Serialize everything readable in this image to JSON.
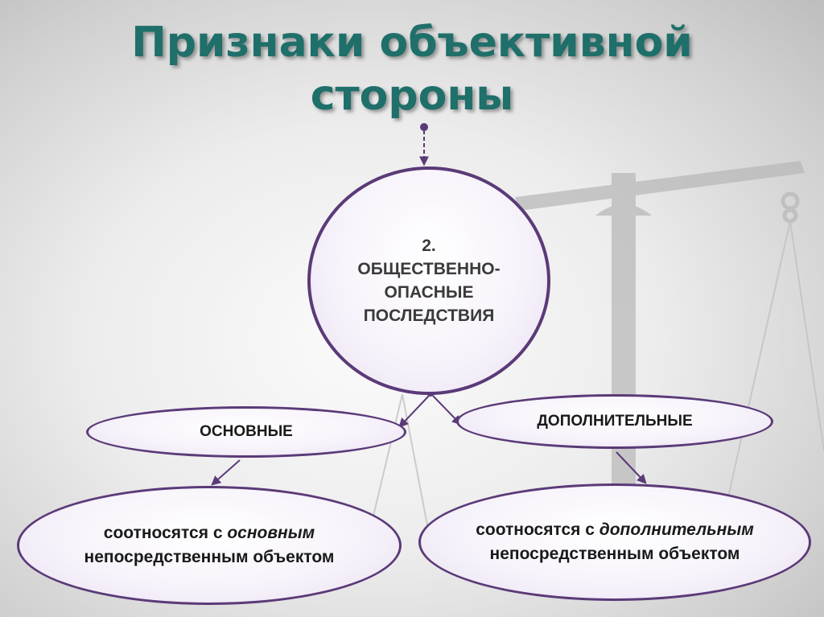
{
  "title": {
    "line1": "Признаки объективной",
    "line2": "стороны"
  },
  "center_node": {
    "number": "2.",
    "line1": "ОБЩЕСТВЕННО-",
    "line2": "ОПАСНЫЕ",
    "line3": "ПОСЛЕДСТВИЯ"
  },
  "branches": {
    "basic": "ОСНОВНЫЕ",
    "additional": "ДОПОЛНИТЕЛЬНЫЕ"
  },
  "descriptions": {
    "basic": {
      "prefix": "соотносятся с ",
      "emphasis": "основным",
      "line2": "непосредственным объектом"
    },
    "additional": {
      "prefix": "соотносятся с ",
      "emphasis": "дополнительным",
      "line2": "непосредственным объектом"
    }
  },
  "colors": {
    "title": "#1f6f6a",
    "node_border": "#5b3a78",
    "node_fill": "#f7f3fb"
  },
  "icons": [
    "scales-of-justice-background"
  ]
}
